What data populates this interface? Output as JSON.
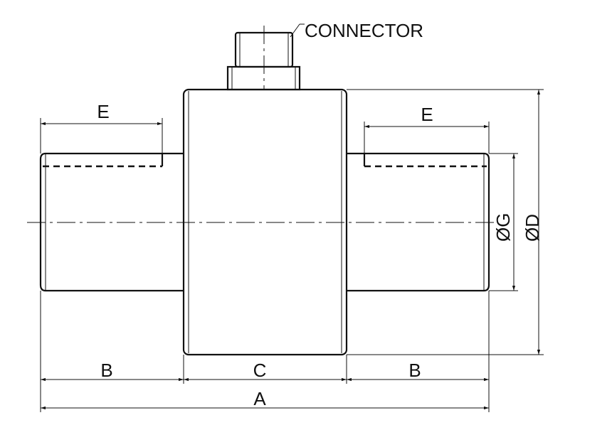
{
  "labels": {
    "connector": "CONNECTOR",
    "e_left": "E",
    "e_right": "E",
    "dia_g": "ØG",
    "dia_d": "ØD",
    "b_left": "B",
    "c": "C",
    "b_right": "B",
    "a": "A"
  }
}
